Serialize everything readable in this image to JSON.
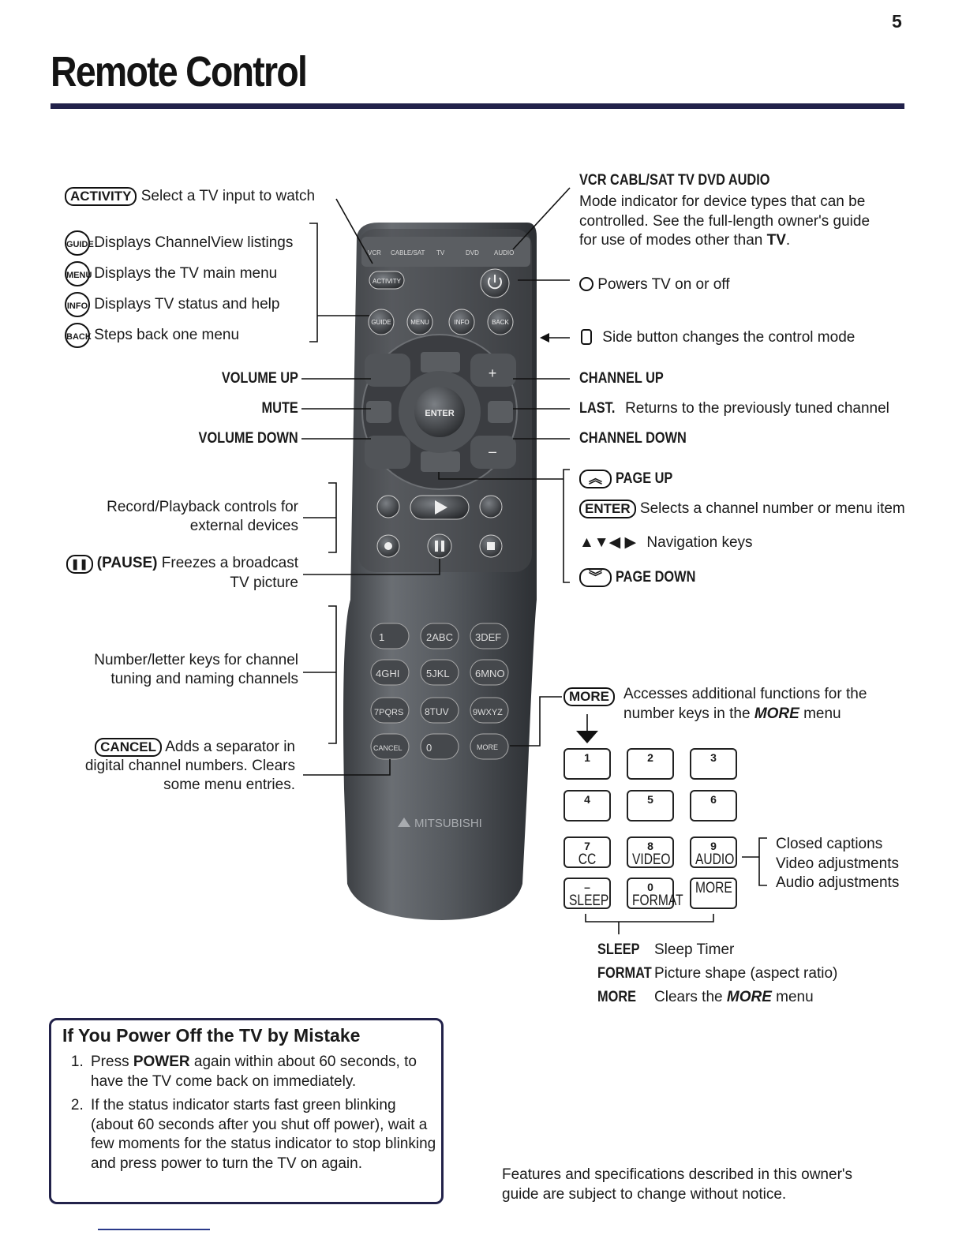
{
  "page_number": "5",
  "title": "Remote Control",
  "left": {
    "activity": {
      "key": "ACTIVITY",
      "text": "Select a TV input to watch"
    },
    "guide": {
      "key": "GUIDE",
      "text": "Displays ChannelView listings"
    },
    "menu": {
      "key": "MENU",
      "text": "Displays the TV main menu"
    },
    "info": {
      "key": "INFO",
      "text": "Displays TV status and help"
    },
    "back": {
      "key": "BACK",
      "text": "Steps back one menu"
    },
    "volume_up": "VOLUME UP",
    "mute": "MUTE",
    "volume_down": "VOLUME DOWN",
    "record_line1": "Record/Playback controls for",
    "record_line2": "external devices",
    "pause_key": "(PAUSE)",
    "pause_line1": "Freezes a broadcast",
    "pause_line2": "TV picture",
    "number_line1": "Number/letter keys for channel",
    "number_line2": "tuning and naming channels",
    "cancel_key": "CANCEL",
    "cancel_line1": "Adds a separator in",
    "cancel_line2": "digital channel numbers.  Clears",
    "cancel_line3": "some menu entries."
  },
  "right": {
    "modes": "VCR  CABL/SAT  TV  DVD  AUDIO",
    "modes_line1": "Mode indicator for device types that can be",
    "modes_line2": "controlled.  See the full-length owner's guide",
    "modes_line3_pre": "for use of modes other than ",
    "modes_line3_bold": "TV",
    "modes_line3_post": ".",
    "power": "Powers TV on or off",
    "side_button": "Side button changes the control mode",
    "channel_up": "CHANNEL UP",
    "last_key": "LAST.",
    "last_text": "Returns to the previously tuned channel",
    "channel_down": "CHANNEL DOWN",
    "page_up": "PAGE UP",
    "enter_key": "ENTER",
    "enter_text": "Selects a channel number or menu item",
    "nav_arrows": "▲▼◀ ▶",
    "nav_text": "Navigation keys",
    "page_down": "PAGE DOWN",
    "more_key": "MORE",
    "more_line1": "Accesses additional functions for the",
    "more_line2_pre": "number keys in the ",
    "more_line2_bold": "MORE",
    "more_line2_post": " menu"
  },
  "keypad": [
    {
      "num": "1",
      "label": ""
    },
    {
      "num": "2",
      "label": ""
    },
    {
      "num": "3",
      "label": ""
    },
    {
      "num": "4",
      "label": ""
    },
    {
      "num": "5",
      "label": ""
    },
    {
      "num": "6",
      "label": ""
    },
    {
      "num": "7",
      "label": "CC"
    },
    {
      "num": "8",
      "label": "VIDEO"
    },
    {
      "num": "9",
      "label": "AUDIO"
    },
    {
      "num": "–",
      "label": "SLEEP"
    },
    {
      "num": "0",
      "label": "FORMAT"
    },
    {
      "num": "",
      "label": "MORE"
    }
  ],
  "keypad_notes": [
    "Closed captions",
    "Video adjustments",
    "Audio adjustments"
  ],
  "legend": [
    {
      "term": "SLEEP",
      "desc_pre": "Sleep Timer",
      "desc_bold": "",
      "desc_post": ""
    },
    {
      "term": "FORMAT",
      "desc_pre": "Picture shape (aspect ratio)",
      "desc_bold": "",
      "desc_post": ""
    },
    {
      "term": "MORE",
      "desc_pre": "Clears the ",
      "desc_bold": "MORE",
      "desc_post": " menu"
    }
  ],
  "remote": {
    "modes": [
      "VCR",
      "CABLE/SAT",
      "TV",
      "DVD",
      "AUDIO"
    ],
    "activity": "ACTIVITY",
    "guide": "GUIDE",
    "menu": "MENU",
    "info": "INFO",
    "back": "BACK",
    "enter": "ENTER",
    "digits": [
      "1",
      "2ABC",
      "3DEF",
      "4GHI",
      "5JKL",
      "6MNO",
      "7PQRS",
      "8TUV",
      "9WXYZ",
      "CANCEL",
      "0",
      "MORE"
    ],
    "brand": "MITSUBISHI"
  },
  "mistake_box": {
    "title": "If You Power Off the TV by Mistake",
    "item1_pre": "Press ",
    "item1_bold": "POWER",
    "item1_post": " again within about 60 seconds, to have the TV come back on immediately.",
    "item2": "If the status indicator starts fast green blinking (about 60 seconds after you shut off power), wait a few moments for the status indicator to stop blinking and press power to turn the TV on again."
  },
  "footer_line1": "Features and specifications described in this owner's",
  "footer_line2": "guide are subject to change without notice."
}
